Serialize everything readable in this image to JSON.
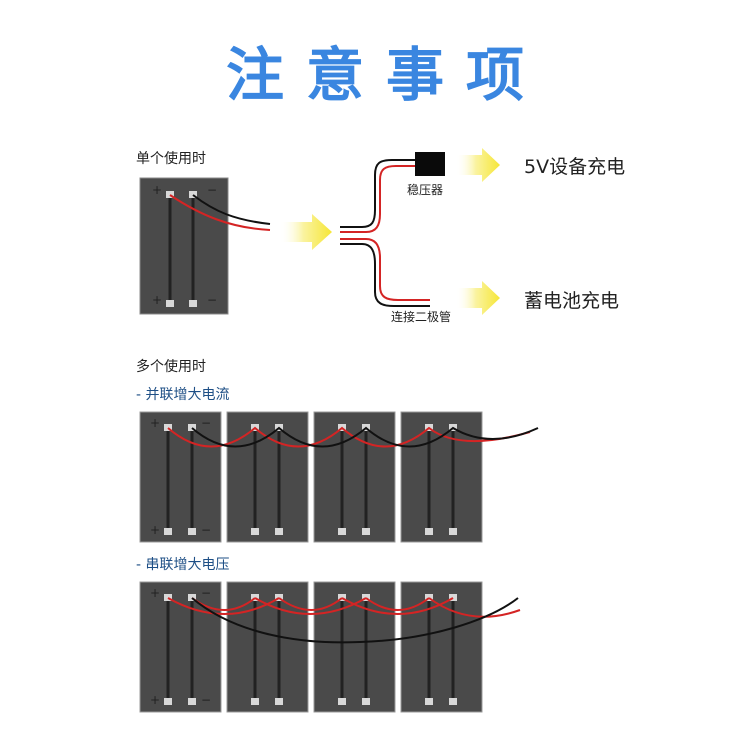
{
  "title": "注意事项",
  "single_section": {
    "heading": "单个使用时",
    "regulator_label": "稳压器",
    "diode_label": "连接二极管",
    "output_top": "5V设备充电",
    "output_bottom": "蓄电池充电"
  },
  "multi_section": {
    "heading": "多个使用时",
    "parallel_label": "- 并联增大电流",
    "series_label": "- 串联增大电压"
  },
  "panel_marks": {
    "plus": "+",
    "minus": "−"
  },
  "colors": {
    "title": "#3a86e0",
    "panel": "#4a4a4a",
    "wire_red": "#d42424",
    "wire_black": "#111111",
    "arrow": "#f6e84a"
  }
}
